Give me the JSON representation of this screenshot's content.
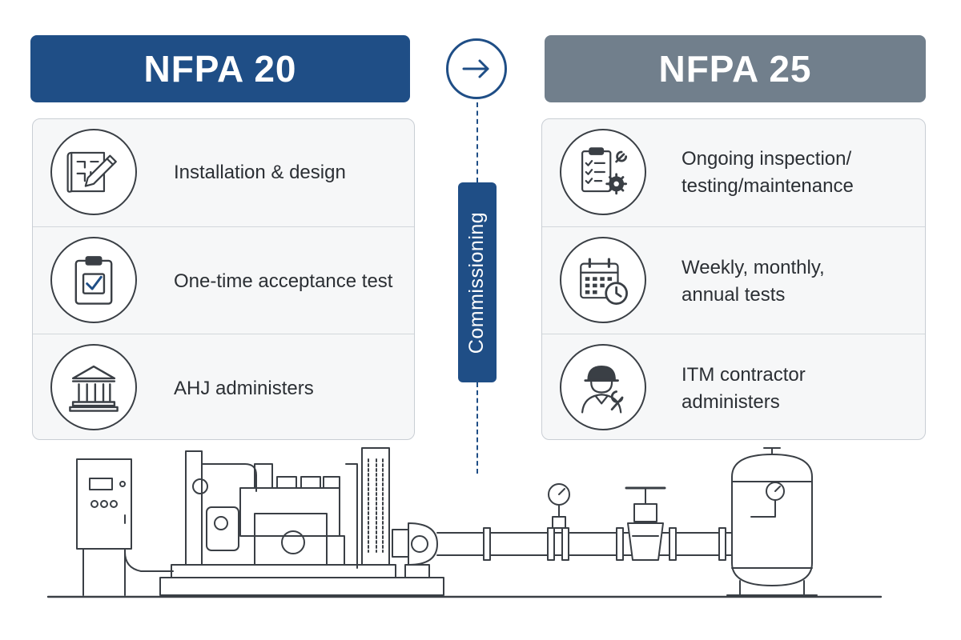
{
  "left": {
    "title": "NFPA 20",
    "rows": [
      {
        "icon": "blueprint-pencil-icon",
        "lines": [
          "Installation & design"
        ]
      },
      {
        "icon": "clipboard-check-icon",
        "lines": [
          "One-time acceptance test"
        ]
      },
      {
        "icon": "government-building-icon",
        "lines": [
          "AHJ administers"
        ]
      }
    ]
  },
  "right": {
    "title": "NFPA 25",
    "rows": [
      {
        "icon": "checklist-wrench-gear-icon",
        "lines": [
          "Ongoing inspection/",
          "testing/maintenance"
        ]
      },
      {
        "icon": "calendar-clock-icon",
        "lines": [
          "Weekly, monthly,",
          "annual tests"
        ]
      },
      {
        "icon": "worker-wrench-icon",
        "lines": [
          "ITM contractor",
          "administers"
        ]
      }
    ]
  },
  "center": {
    "label": "Commissioning",
    "icon": "arrow-right-icon"
  },
  "colors": {
    "nfpa20_blue": "#1f4e86",
    "nfpa25_gray": "#717f8c",
    "line_art": "#3a3f45"
  }
}
